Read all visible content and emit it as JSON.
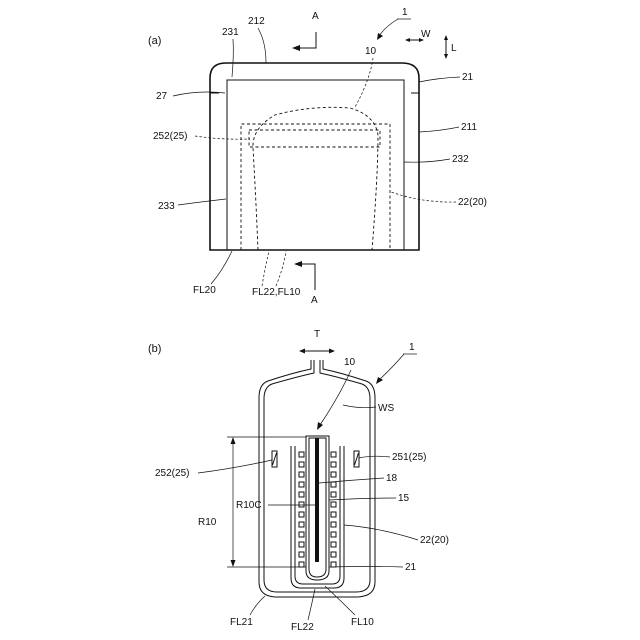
{
  "panel_a": {
    "tag": "(a)",
    "labels": {
      "n231": "231",
      "n212": "212",
      "nA_top": "A",
      "n1": "1",
      "nW": "W",
      "nL": "L",
      "n10": "10",
      "n21": "21",
      "n27": "27",
      "n252": "252(25)",
      "n211": "211",
      "n232": "232",
      "n233": "233",
      "n22": "22(20)",
      "fl20": "FL20",
      "fl22": "FL22,FL10",
      "nA_bottom": "A"
    }
  },
  "panel_b": {
    "tag": "(b)",
    "labels": {
      "nT": "T",
      "n1": "1",
      "n10": "10",
      "ws": "WS",
      "n252": "252(25)",
      "n251": "251(25)",
      "n18": "18",
      "r10c": "R10C",
      "n15": "15",
      "r10": "R10",
      "n22": "22(20)",
      "n21": "21",
      "fl21": "FL21",
      "fl22": "FL22",
      "fl10": "FL10"
    }
  }
}
